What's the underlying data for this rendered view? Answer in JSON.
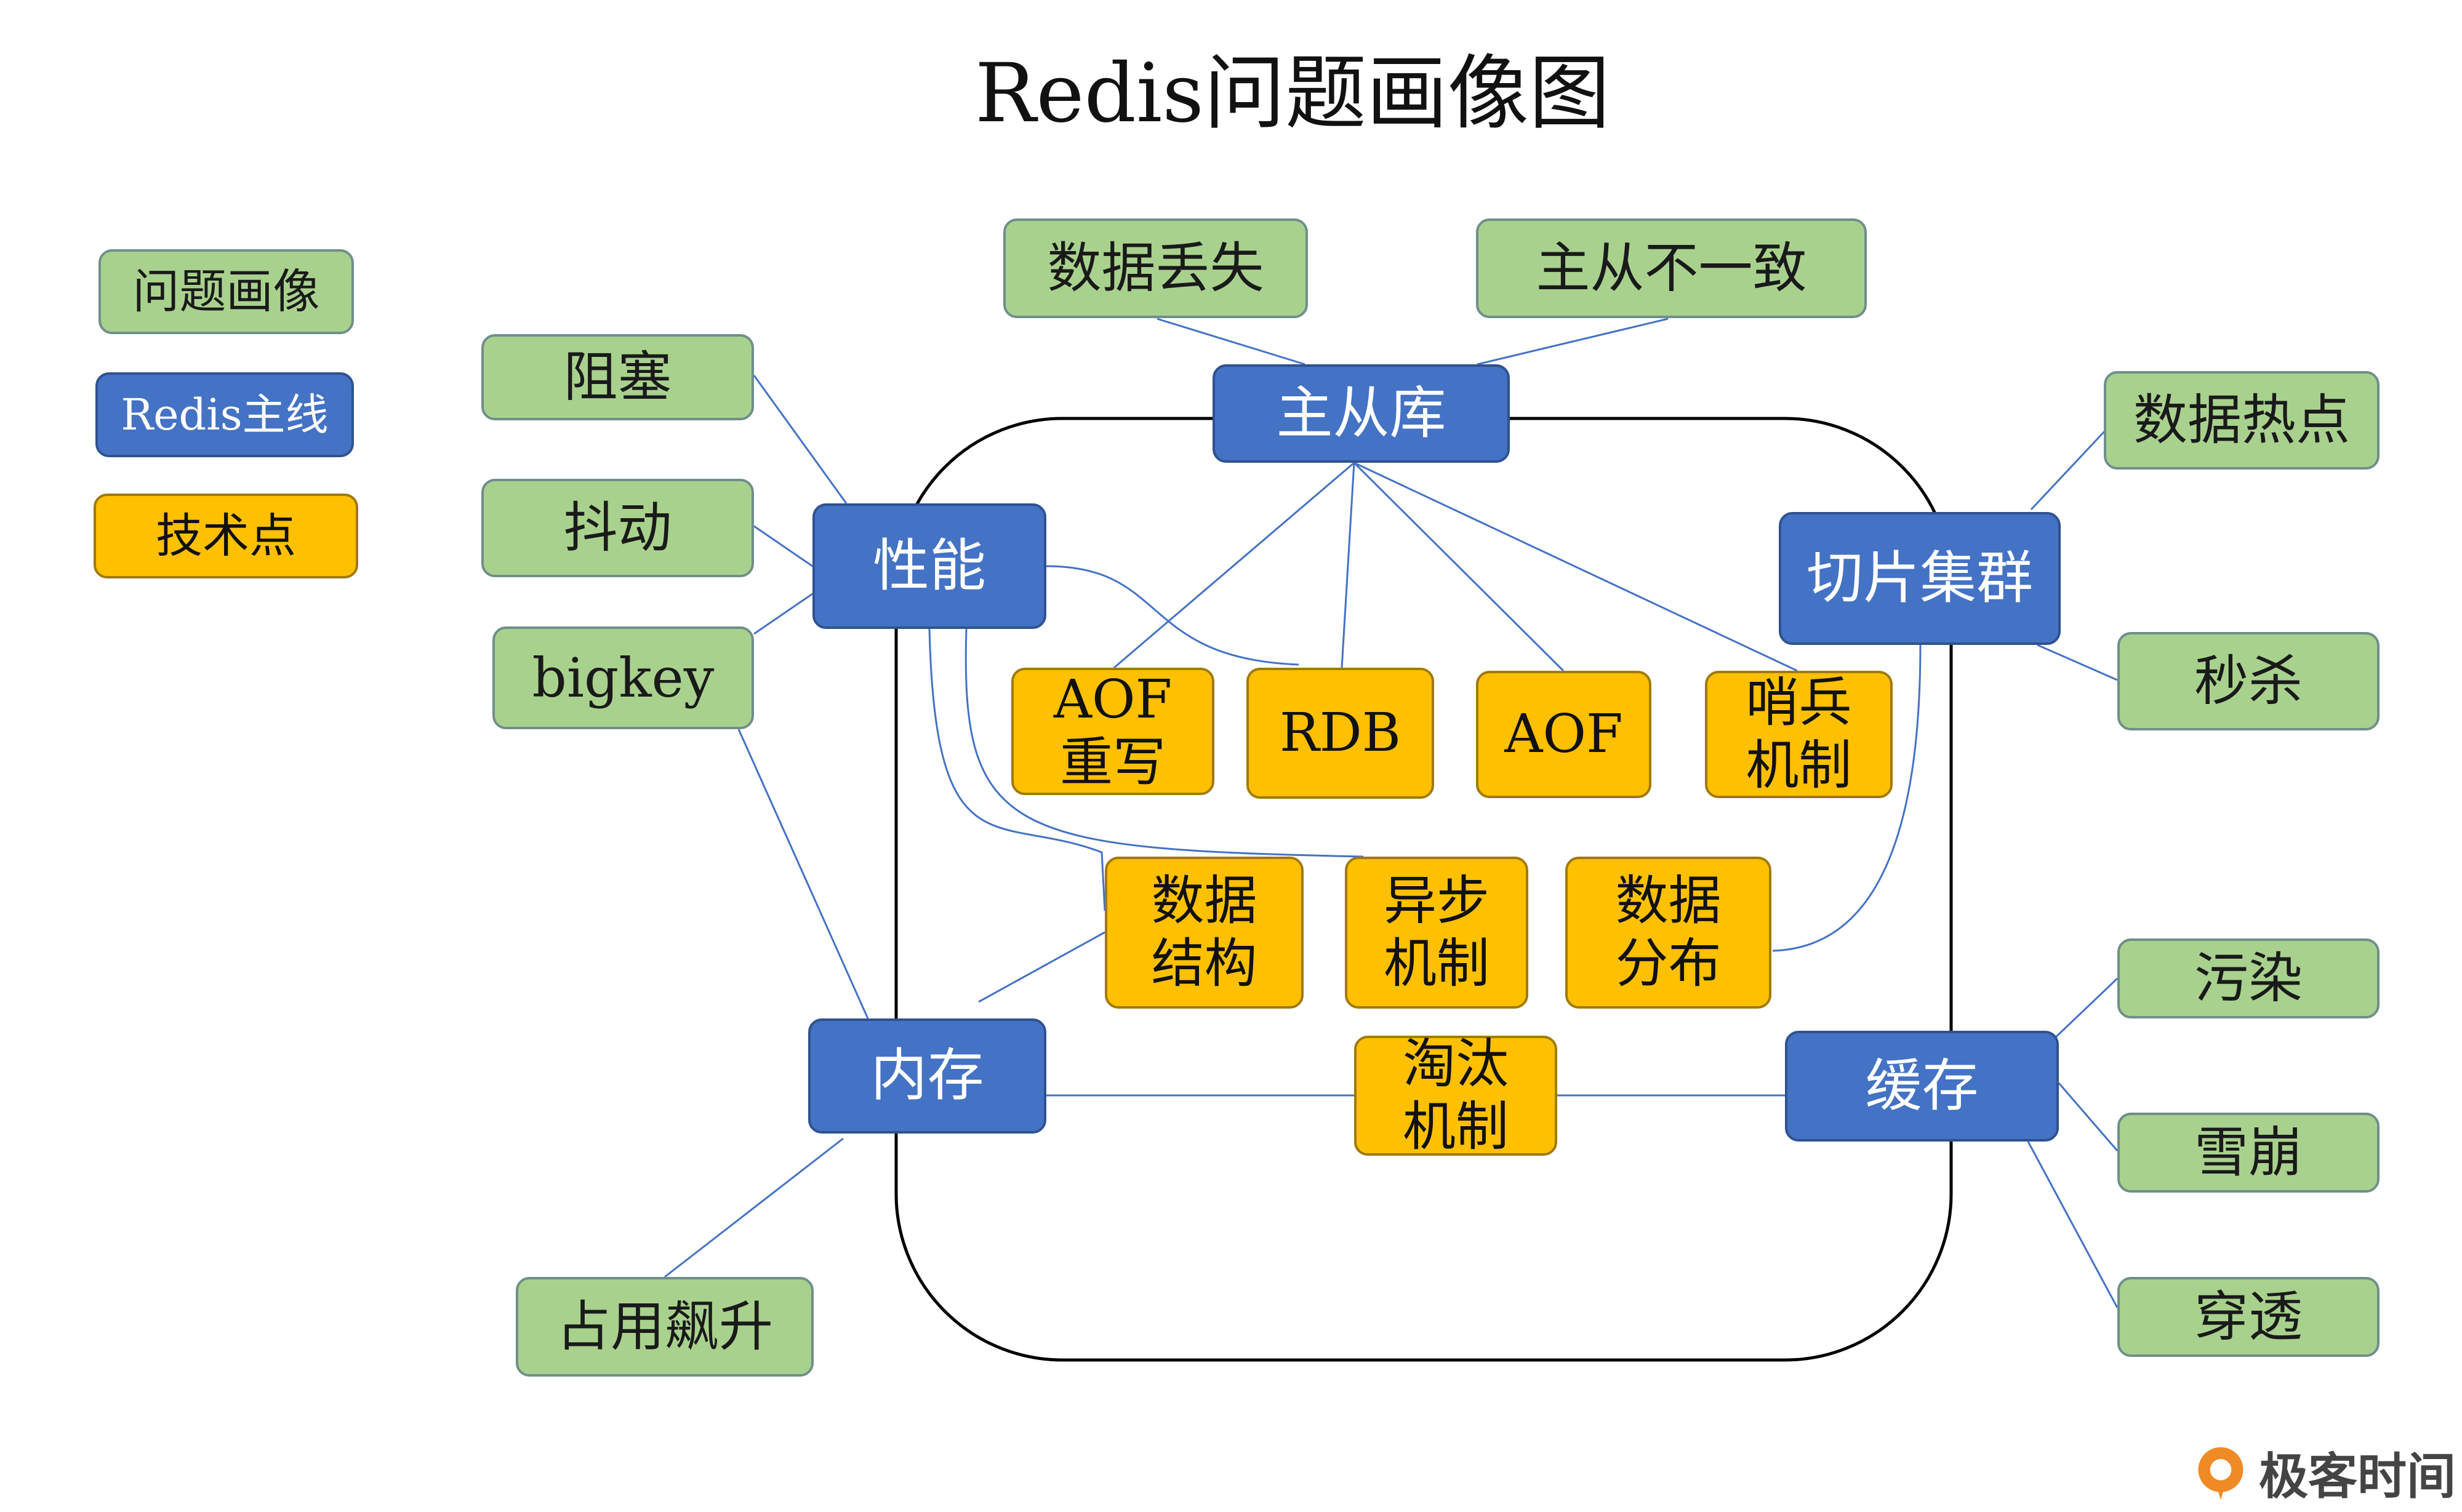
{
  "title": "Redis问题画像图",
  "legend": {
    "problem": "问题画像",
    "mainline": "Redis主线",
    "tech": "技术点"
  },
  "mainlines": {
    "master_slave": "主从库",
    "performance": "性能",
    "cluster": "切片集群",
    "memory": "内存",
    "cache": "缓存"
  },
  "problems": {
    "data_loss": "数据丢失",
    "inconsistency": "主从不一致",
    "blocking": "阻塞",
    "jitter": "抖动",
    "bigkey": "bigkey",
    "hotspot": "数据热点",
    "flash_sale": "秒杀",
    "usage_spike": "占用飙升",
    "pollution": "污染",
    "avalanche": "雪崩",
    "penetration": "穿透"
  },
  "techpoints": {
    "aof_rewrite": "AOF\n重写",
    "rdb": "RDB",
    "aof": "AOF",
    "sentinel": "哨兵\n机制",
    "data_structure": "数据\n结构",
    "async": "异步\n机制",
    "distribution": "数据\n分布",
    "eviction": "淘汰\n机制"
  },
  "brand": "极客时间",
  "colors": {
    "problem": "#a9d18e",
    "mainline": "#4472c4",
    "tech": "#ffc000",
    "connector": "#4472c4",
    "frame": "#000000"
  }
}
